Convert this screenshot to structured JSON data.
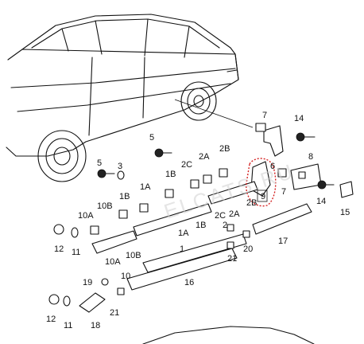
{
  "callouts": [
    {
      "id": "c1",
      "text": "7"
    },
    {
      "id": "c2",
      "text": "14"
    },
    {
      "id": "c3",
      "text": "5"
    },
    {
      "id": "c4",
      "text": "2B"
    },
    {
      "id": "c5",
      "text": "2A"
    },
    {
      "id": "c6",
      "text": "2C"
    },
    {
      "id": "c7",
      "text": "1B"
    },
    {
      "id": "c8",
      "text": "1A"
    },
    {
      "id": "c9",
      "text": "6"
    },
    {
      "id": "c10",
      "text": "8"
    },
    {
      "id": "c11",
      "text": "7"
    },
    {
      "id": "c12",
      "text": "14"
    },
    {
      "id": "c13",
      "text": "15"
    },
    {
      "id": "c14",
      "text": "10B"
    },
    {
      "id": "c15",
      "text": "10A"
    },
    {
      "id": "c16",
      "text": "3"
    },
    {
      "id": "c17",
      "text": "5"
    },
    {
      "id": "c18",
      "text": "1B"
    },
    {
      "id": "c19",
      "text": "2B"
    },
    {
      "id": "c20",
      "text": "2C"
    },
    {
      "id": "c21",
      "text": "2A"
    },
    {
      "id": "c22",
      "text": "1B"
    },
    {
      "id": "c23",
      "text": "1A"
    },
    {
      "id": "c24",
      "text": "17"
    },
    {
      "id": "c25",
      "text": "12"
    },
    {
      "id": "c26",
      "text": "11"
    },
    {
      "id": "c27",
      "text": "10A"
    },
    {
      "id": "c28",
      "text": "10B"
    },
    {
      "id": "c29",
      "text": "1"
    },
    {
      "id": "c30",
      "text": "10"
    },
    {
      "id": "c31",
      "text": "2"
    },
    {
      "id": "c32",
      "text": "21"
    },
    {
      "id": "c33",
      "text": "20"
    },
    {
      "id": "c34",
      "text": "19"
    },
    {
      "id": "c35",
      "text": "16"
    },
    {
      "id": "c36",
      "text": "21"
    },
    {
      "id": "c37",
      "text": "12"
    },
    {
      "id": "c38",
      "text": "11"
    },
    {
      "id": "c39",
      "text": "18"
    },
    {
      "id": "c40",
      "text": "9"
    }
  ],
  "watermark": "ELCATS.RU",
  "highlight_color": "#d42020"
}
